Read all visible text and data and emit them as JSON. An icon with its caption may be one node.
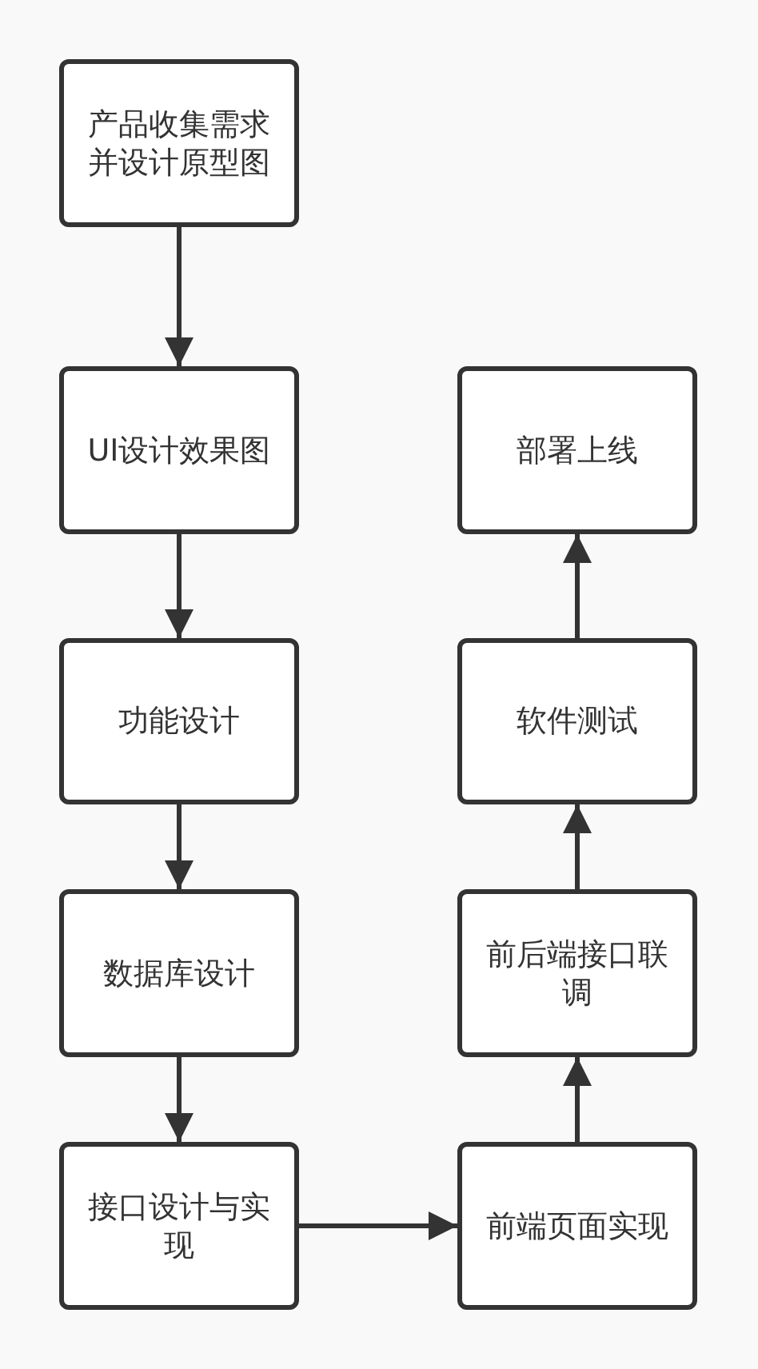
{
  "diagram": {
    "nodes": [
      {
        "text": [
          "产品收集需求并设计原型图"
        ]
      },
      {
        "text": [
          "UI设计效果图"
        ]
      },
      {
        "text": [
          "功能设计"
        ]
      },
      {
        "text": [
          "数据库设计"
        ]
      },
      {
        "text": [
          "接口设计与实现"
        ]
      },
      {
        "text": [
          "部署上线"
        ]
      },
      {
        "text": [
          "软件测试"
        ]
      },
      {
        "text": [
          "前后端接口联调"
        ]
      },
      {
        "text": [
          "前端页面实现"
        ]
      }
    ],
    "edges": [
      {
        "from": 0,
        "to": 1,
        "arrow": "to"
      },
      {
        "from": 1,
        "to": 2,
        "arrow": "to"
      },
      {
        "from": 2,
        "to": 3,
        "arrow": "to"
      },
      {
        "from": 3,
        "to": 4,
        "arrow": "to"
      },
      {
        "from": 4,
        "to": 8,
        "arrow": "to"
      },
      {
        "from": 8,
        "to": 7,
        "arrow": "to"
      },
      {
        "from": 7,
        "to": 6,
        "arrow": "to"
      },
      {
        "from": 6,
        "to": 5,
        "arrow": "to"
      }
    ]
  }
}
